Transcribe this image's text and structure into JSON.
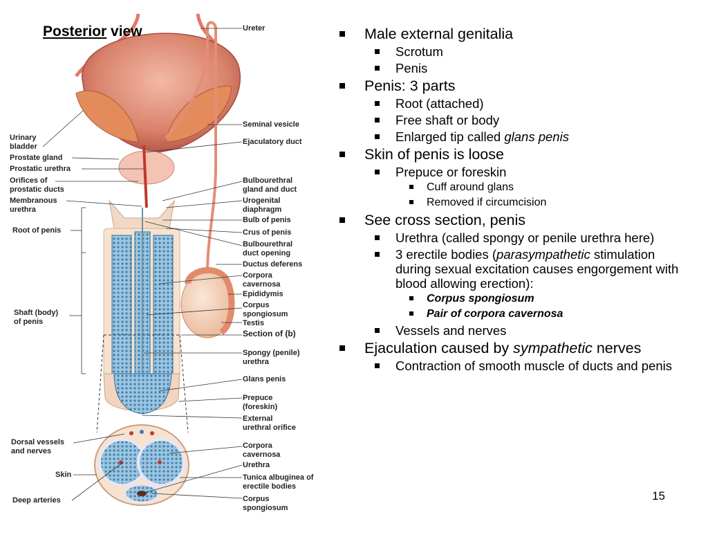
{
  "figure": {
    "title_underlined": "Posterior",
    "title_rest": " view",
    "labels_right": [
      "Ureter",
      "Seminal vesicle",
      "Ejaculatory duct",
      "Bulbourethral\ngland and duct",
      "Urogenital\ndiaphragm",
      "Bulb of penis",
      "Crus of penis",
      "Bulbourethral\nduct opening",
      "Ductus deferens",
      "Corpora\ncavernosa",
      "Epididymis",
      "Corpus\nspongiosum",
      "Testis",
      "Section of (b)",
      "Spongy (penile)\nurethra",
      "Glans penis",
      "Prepuce\n(foreskin)",
      "External\nurethral orifice",
      "Corpora\ncavernosa",
      "Urethra",
      "Tunica albuginea of\nerectile bodies",
      "Corpus\nspongiosum"
    ],
    "labels_left": [
      "Urinary\nbladder",
      "Prostate gland",
      "Prostatic urethra",
      "Orifices of\nprostatic ducts",
      "Membranous\nurethra",
      "Root of penis",
      "Shaft (body)\nof penis",
      "Dorsal vessels\nand nerves",
      "Skin",
      "Deep arteries"
    ]
  },
  "outline": {
    "items": [
      {
        "level": 1,
        "parts": [
          {
            "t": "Male external genitalia"
          }
        ]
      },
      {
        "level": 2,
        "parts": [
          {
            "t": "Scrotum"
          }
        ]
      },
      {
        "level": 2,
        "parts": [
          {
            "t": "Penis"
          }
        ]
      },
      {
        "level": 1,
        "parts": [
          {
            "t": "Penis: 3 parts"
          }
        ]
      },
      {
        "level": 2,
        "parts": [
          {
            "t": "Root (attached)"
          }
        ]
      },
      {
        "level": 2,
        "parts": [
          {
            "t": "Free shaft or body"
          }
        ]
      },
      {
        "level": 2,
        "parts": [
          {
            "t": "Enlarged tip called "
          },
          {
            "t": "glans penis",
            "i": true
          }
        ]
      },
      {
        "level": 1,
        "parts": [
          {
            "t": "Skin of penis  is loose"
          }
        ]
      },
      {
        "level": 2,
        "parts": [
          {
            "t": "Prepuce or foreskin"
          }
        ]
      },
      {
        "level": 3,
        "parts": [
          {
            "t": "Cuff around glans"
          }
        ]
      },
      {
        "level": 3,
        "parts": [
          {
            "t": "Removed if circumcision"
          }
        ]
      },
      {
        "level": 1,
        "parts": [
          {
            "t": "See cross section, penis"
          }
        ]
      },
      {
        "level": 2,
        "parts": [
          {
            "t": "Urethra (called spongy or penile urethra here)"
          }
        ]
      },
      {
        "level": 2,
        "parts": [
          {
            "t": "3 erectile bodies ("
          },
          {
            "t": "parasympathetic",
            "i": true
          },
          {
            "t": " stimulation during sexual excitation causes engorgement with blood allowing erection):"
          }
        ]
      },
      {
        "level": 3,
        "style": "bi",
        "parts": [
          {
            "t": "Corpus spongiosum"
          }
        ]
      },
      {
        "level": 3,
        "style": "bi",
        "parts": [
          {
            "t": "Pair of corpora cavernosa"
          }
        ]
      },
      {
        "level": 2,
        "parts": [
          {
            "t": "Vessels and nerves"
          }
        ]
      },
      {
        "level": 1,
        "parts": [
          {
            "t": "Ejaculation caused by "
          },
          {
            "t": "sympathetic",
            "i": true
          },
          {
            "t": " nerves"
          }
        ]
      },
      {
        "level": 2,
        "parts": [
          {
            "t": "Contraction of smooth muscle of ducts and penis"
          }
        ]
      }
    ]
  },
  "page_number": "15"
}
